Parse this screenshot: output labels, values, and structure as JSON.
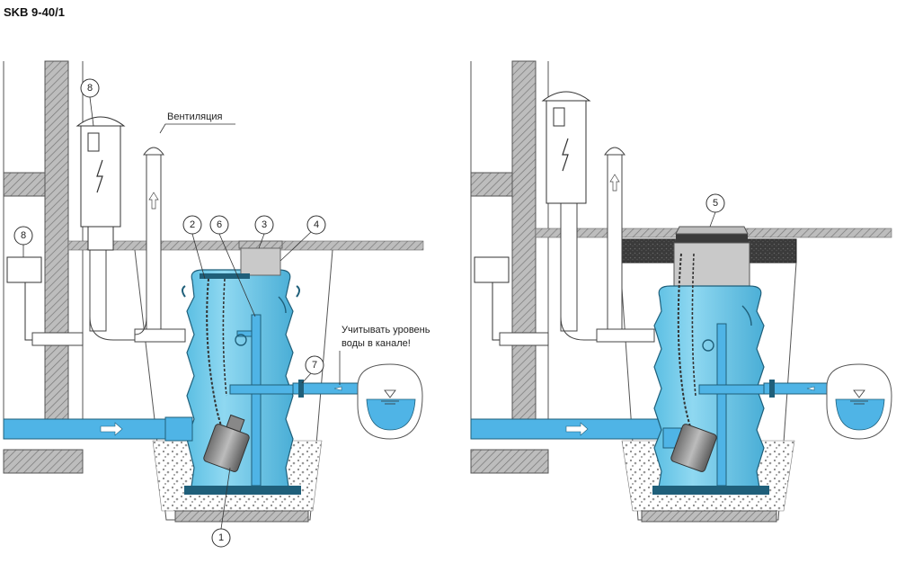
{
  "title": "SKB 9-40/1",
  "labels": {
    "ventilation": "Вентиляция",
    "water_level_line1": "Учитывать уровень",
    "water_level_line2": "воды в канале!"
  },
  "callouts": {
    "c1": "1",
    "c2": "2",
    "c3": "3",
    "c4": "4",
    "c5": "5",
    "c6": "6",
    "c7": "7",
    "c8a": "8",
    "c8b": "8"
  },
  "colors": {
    "tank": "#7fd0ec",
    "tank_stroke": "#1f5f7a",
    "pipe_blue": "#4fb4e6",
    "wall_gray": "#bdbdbd",
    "ground": "#d0d0d0",
    "dark_slab": "#3a3a3a"
  }
}
